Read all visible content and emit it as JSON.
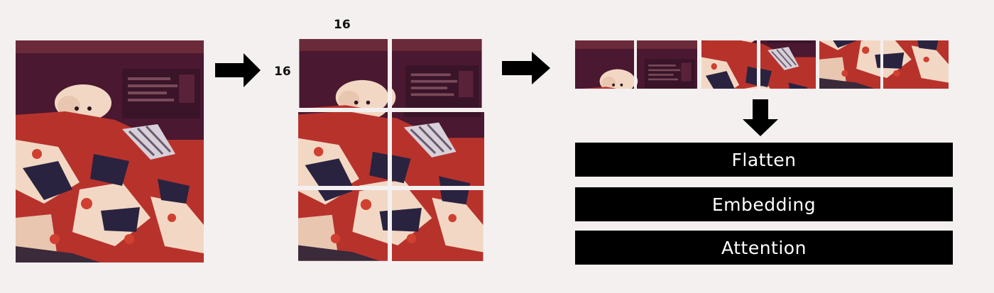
{
  "grid_labels": {
    "top": "16",
    "left": "16"
  },
  "steps": [
    "Flatten",
    "Embedding",
    "Attention"
  ],
  "colors": {
    "background": "#f4f0f0",
    "photo_dark": "#4a1830",
    "photo_red": "#b8322c",
    "photo_cream": "#f2d8c4",
    "photo_navy": "#2a2340",
    "bar": "#000000",
    "bar_text": "#ffffff"
  },
  "icons": [
    "right-arrow-icon",
    "right-arrow-icon",
    "down-arrow-icon"
  ]
}
